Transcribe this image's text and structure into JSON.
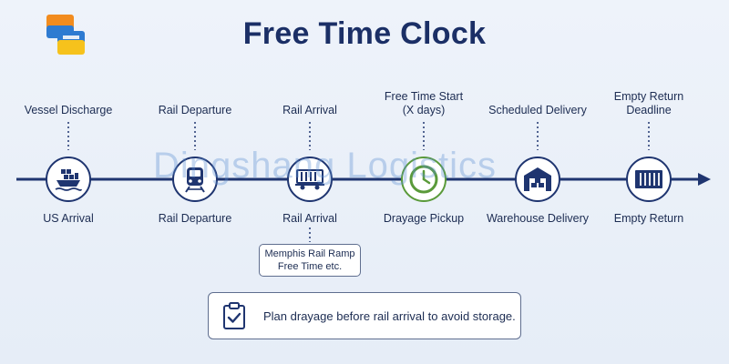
{
  "title": "Free Time Clock",
  "watermark": "Dingshang Logistics",
  "stages": [
    {
      "top": "Vessel Discharge",
      "bottom": "US Arrival",
      "icon": "ship-icon"
    },
    {
      "top": "Rail Departure",
      "bottom": "Rail Departure",
      "icon": "train-icon"
    },
    {
      "top": "Rail Arrival",
      "bottom": "Rail Arrival",
      "icon": "railcar-icon"
    },
    {
      "top": "Free Time Start\n(X days)",
      "bottom": "Drayage Pickup",
      "icon": "clock-icon"
    },
    {
      "top": "Scheduled Delivery",
      "bottom": "Warehouse Delivery",
      "icon": "warehouse-icon"
    },
    {
      "top": "Empty Return\nDeadline",
      "bottom": "Empty Return",
      "icon": "container-icon"
    }
  ],
  "note": "Memphis Rail Ramp\nFree Time etc.",
  "tip": "Plan drayage before rail arrival to avoid storage.",
  "colors": {
    "navy": "#1f3570",
    "green": "#5a9a3a",
    "background": "#eef3fa"
  }
}
